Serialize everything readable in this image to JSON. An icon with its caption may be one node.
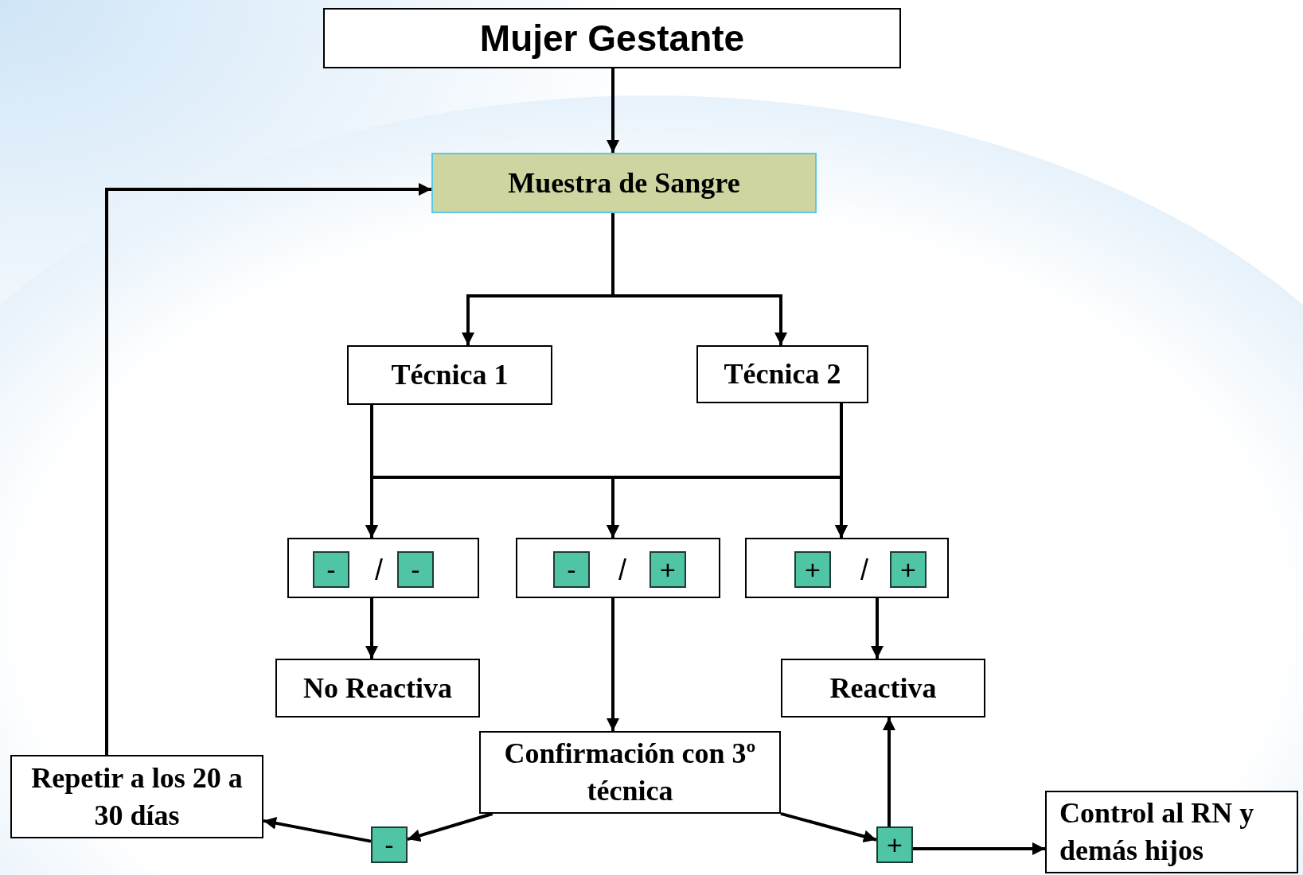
{
  "diagram": {
    "nodes": [
      {
        "text": [
          "Mujer Gestante"
        ]
      },
      {
        "text": [
          "Muestra de Sangre"
        ]
      },
      {
        "text": [
          "Técnica 1"
        ]
      },
      {
        "text": [
          "Técnica 2"
        ]
      },
      {
        "text": [
          "/"
        ]
      },
      {
        "text": [
          "-"
        ],
        "in": 4
      },
      {
        "text": [
          "-"
        ],
        "in": 4
      },
      {
        "text": [
          "/"
        ]
      },
      {
        "text": [
          "-"
        ],
        "in": 7
      },
      {
        "text": [
          "+"
        ],
        "in": 7
      },
      {
        "text": [
          "/"
        ]
      },
      {
        "text": [
          "+"
        ],
        "in": 10
      },
      {
        "text": [
          "+"
        ],
        "in": 10
      },
      {
        "text": [
          "No Reactiva"
        ]
      },
      {
        "text": [
          "Reactiva"
        ]
      },
      {
        "text": [
          "Confirmación con 3º técnica"
        ]
      },
      {
        "text": [
          "Repetir a los 20 a 30 días"
        ]
      },
      {
        "text": [
          "-"
        ]
      },
      {
        "text": [
          "+"
        ]
      },
      {
        "text": [
          "Control al RN y demás hijos"
        ]
      }
    ],
    "edges": [
      {
        "from": 0,
        "to": 1,
        "arrow": "to"
      },
      {
        "from": 1,
        "to": 2,
        "arrow": "to"
      },
      {
        "from": 1,
        "to": 3,
        "arrow": "to"
      },
      {
        "from": 2,
        "to": 4,
        "arrow": "to"
      },
      {
        "from": 2,
        "to": 7,
        "arrow": "to"
      },
      {
        "from": 2,
        "to": 10,
        "arrow": "to"
      },
      {
        "from": 3,
        "to": 4,
        "arrow": "to"
      },
      {
        "from": 3,
        "to": 7,
        "arrow": "to"
      },
      {
        "from": 3,
        "to": 10,
        "arrow": "to"
      },
      {
        "from": 4,
        "to": 13,
        "arrow": "to"
      },
      {
        "from": 7,
        "to": 15,
        "arrow": "to"
      },
      {
        "from": 10,
        "to": 14,
        "arrow": "to"
      },
      {
        "from": 15,
        "to": 17,
        "arrow": "to"
      },
      {
        "from": 17,
        "to": 16,
        "arrow": "to"
      },
      {
        "from": 15,
        "to": 18,
        "arrow": "to"
      },
      {
        "from": 18,
        "to": 14,
        "arrow": "to"
      },
      {
        "from": 18,
        "to": 19,
        "arrow": "to"
      },
      {
        "from": 16,
        "to": 1,
        "arrow": "to"
      }
    ]
  }
}
